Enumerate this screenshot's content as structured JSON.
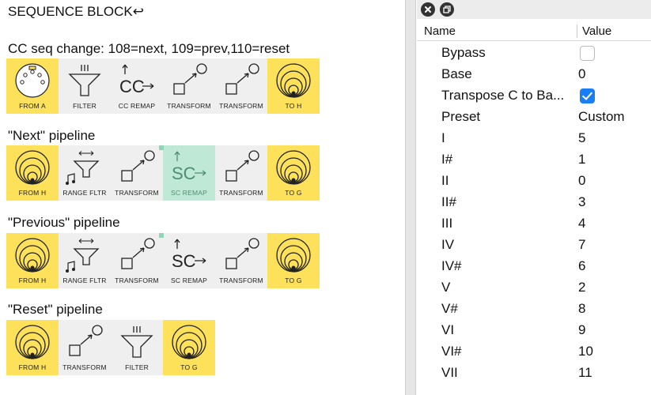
{
  "colors": {
    "block_yellow": "#fde15a",
    "block_grey": "#efefef",
    "block_green": "#bfe8d6",
    "checkbox_on": "#1a7ef5"
  },
  "patch": {
    "title": "SEQUENCE BLOCK↩",
    "subtitle": "CC seq change: 108=next, 109=prev,110=reset",
    "rows": [
      {
        "label": "",
        "blocks": [
          {
            "label": "FROM A",
            "icon": "midi-din-icon"
          },
          {
            "label": "FILTER",
            "icon": "filter-funnel-icon"
          },
          {
            "label": "CC REMAP",
            "icon": "cc-remap-icon"
          },
          {
            "label": "TRANSFORM",
            "icon": "transform-icon"
          },
          {
            "label": "TRANSFORM",
            "icon": "transform-icon"
          },
          {
            "label": "TO H",
            "icon": "concentric-circles-icon"
          }
        ]
      },
      {
        "label": "\"Next\" pipeline",
        "blocks": [
          {
            "label": "FROM H",
            "icon": "concentric-circles-icon"
          },
          {
            "label": "RANGE FLTR",
            "icon": "range-filter-icon"
          },
          {
            "label": "TRANSFORM",
            "icon": "transform-icon"
          },
          {
            "label": "SC REMAP",
            "icon": "sc-remap-icon"
          },
          {
            "label": "TRANSFORM",
            "icon": "transform-icon"
          },
          {
            "label": "TO G",
            "icon": "concentric-circles-icon"
          }
        ]
      },
      {
        "label": "\"Previous\" pipeline",
        "blocks": [
          {
            "label": "FROM H",
            "icon": "concentric-circles-icon"
          },
          {
            "label": "RANGE FLTR",
            "icon": "range-filter-icon"
          },
          {
            "label": "TRANSFORM",
            "icon": "transform-icon"
          },
          {
            "label": "SC REMAP",
            "icon": "sc-remap-icon"
          },
          {
            "label": "TRANSFORM",
            "icon": "transform-icon"
          },
          {
            "label": "TO G",
            "icon": "concentric-circles-icon"
          }
        ]
      },
      {
        "label": "\"Reset\" pipeline",
        "blocks": [
          {
            "label": "FROM H",
            "icon": "concentric-circles-icon"
          },
          {
            "label": "TRANSFORM",
            "icon": "transform-icon"
          },
          {
            "label": "FILTER",
            "icon": "filter-funnel-icon"
          },
          {
            "label": "TO G",
            "icon": "concentric-circles-icon"
          }
        ]
      }
    ]
  },
  "panel": {
    "toolbar": {
      "close_icon": "close-circle-icon",
      "float_icon": "float-window-icon"
    },
    "header": {
      "name": "Name",
      "value": "Value"
    },
    "rows": [
      {
        "name": "Bypass",
        "type": "checkbox",
        "checked": false
      },
      {
        "name": "Base",
        "type": "text",
        "value": "0"
      },
      {
        "name": "Transpose C to Ba...",
        "type": "checkbox",
        "checked": true
      },
      {
        "name": "Preset",
        "type": "text",
        "value": "Custom"
      },
      {
        "name": "I",
        "type": "text",
        "value": "5"
      },
      {
        "name": "I#",
        "type": "text",
        "value": "1"
      },
      {
        "name": "II",
        "type": "text",
        "value": "0"
      },
      {
        "name": "II#",
        "type": "text",
        "value": "3"
      },
      {
        "name": "III",
        "type": "text",
        "value": "4"
      },
      {
        "name": "IV",
        "type": "text",
        "value": "7"
      },
      {
        "name": "IV#",
        "type": "text",
        "value": "6"
      },
      {
        "name": "V",
        "type": "text",
        "value": "2"
      },
      {
        "name": "V#",
        "type": "text",
        "value": "8"
      },
      {
        "name": "VI",
        "type": "text",
        "value": "9"
      },
      {
        "name": "VI#",
        "type": "text",
        "value": "10"
      },
      {
        "name": "VII",
        "type": "text",
        "value": "11"
      }
    ]
  }
}
